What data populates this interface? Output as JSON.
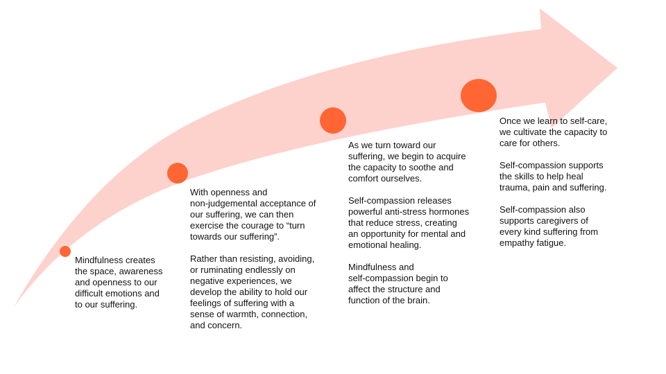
{
  "colors": {
    "arrow_fill": "#fdd2cc",
    "dot_fill": "#ff6633",
    "text": "#111111",
    "background": "#ffffff"
  },
  "stages": [
    {
      "paragraphs": [
        "Mindfulness creates\nthe space, awareness\nand openness to our\ndifficult emotions and\nto our suffering."
      ]
    },
    {
      "paragraphs": [
        "With openness and\nnon-judgemental acceptance of\nour suffering, we can then\nexercise the courage to “turn\ntowards our suffering”.",
        "Rather than resisting, avoiding,\nor ruminating endlessly on\nnegative experiences, we\ndevelop the ability to hold our\nfeelings of suffering with a\nsense of warmth, connection,\nand concern."
      ]
    },
    {
      "paragraphs": [
        "As we turn toward our\nsuffering, we begin to acquire\nthe capacity to soothe and\ncomfort ourselves.",
        "Self-compassion releases\npowerful anti-stress hormones\nthat  reduce stress, creating\nan opportunity for mental and\nemotional healing.",
        "Mindfulness and\nself-compassion begin to\naffect the structure and\nfunction of the brain."
      ]
    },
    {
      "paragraphs": [
        "Once we learn to self-care,\nwe cultivate the capacity to\ncare for others.",
        "Self-compassion supports\nthe skills  to help heal\ntrauma, pain and suffering.",
        "Self-compassion also\nsupports caregivers of\nevery kind suffering from\nempathy fatigue."
      ]
    }
  ]
}
